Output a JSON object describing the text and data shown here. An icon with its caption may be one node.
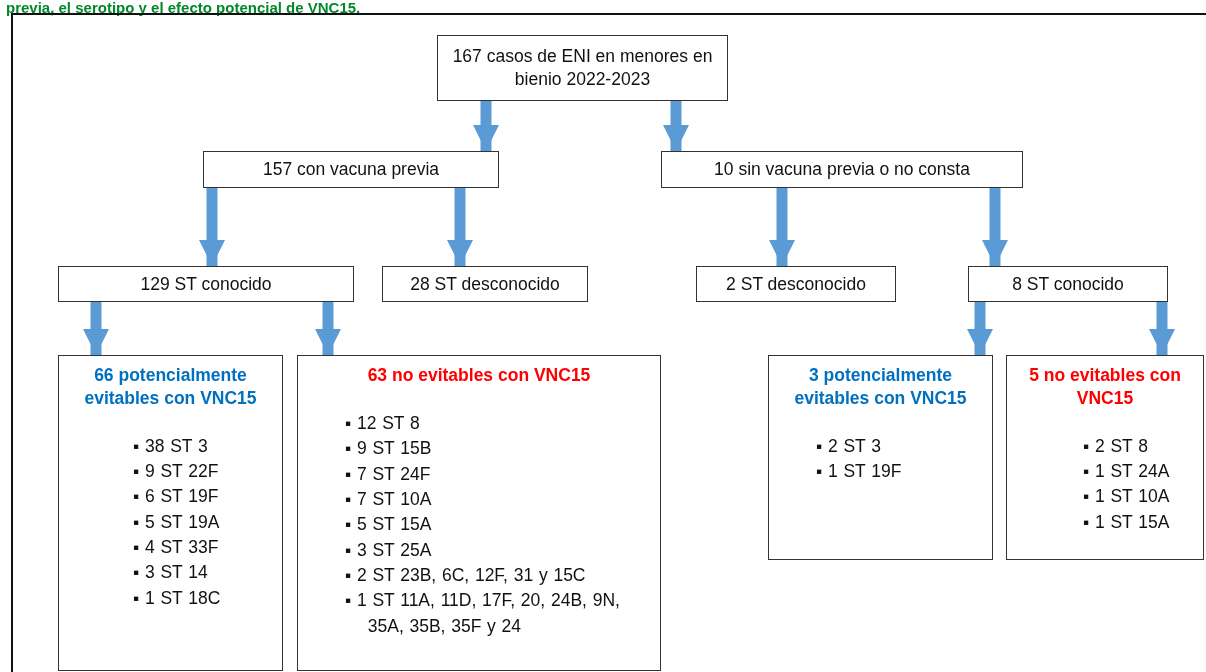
{
  "diagram": {
    "title": "previa, el serotipo y el efecto potencial de VNC15.",
    "nodes": [
      {
        "text": [
          "167 casos de ENI en menores en bienio 2022-2023"
        ]
      },
      {
        "text": [
          "157 con vacuna previa"
        ]
      },
      {
        "text": [
          "10 sin vacuna previa o no consta"
        ]
      },
      {
        "text": [
          "129 ST conocido"
        ]
      },
      {
        "text": [
          "28 ST desconocido"
        ]
      },
      {
        "text": [
          "2 ST desconocido"
        ]
      },
      {
        "text": [
          "8 ST conocido"
        ]
      },
      {
        "text": [
          "66 potencialmente evitables con VNC15",
          "▪ 38 ST 3",
          "▪ 9 ST 22F",
          "▪ 6 ST 19F",
          "▪ 5 ST 19A",
          "▪ 4 ST 33F",
          "▪ 3 ST 14",
          "▪ 1 ST 18C"
        ]
      },
      {
        "text": [
          "63 no evitables con VNC15",
          "▪ 12 ST 8",
          "▪ 9 ST 15B",
          "▪ 7 ST 24F",
          "▪ 7 ST 10A",
          "▪ 5 ST 15A",
          "▪ 3 ST 25A",
          "▪ 2 ST 23B, 6C, 12F, 31 y 15C",
          "▪ 1 ST 11A, 11D, 17F, 20, 24B, 9N, 35A, 35B, 35F y 24"
        ]
      },
      {
        "text": [
          "3 potencialmente evitables con VNC15",
          "▪ 2 ST 3",
          "▪ 1 ST 19F"
        ]
      },
      {
        "text": [
          "5 no evitables con VNC15",
          "▪ 2 ST 8",
          "▪ 1 ST 24A",
          "▪ 1 ST 10A",
          "▪ 1 ST 15A"
        ]
      }
    ],
    "edges": [
      {
        "from": 0,
        "to": 1,
        "arrow": "to"
      },
      {
        "from": 0,
        "to": 2,
        "arrow": "to"
      },
      {
        "from": 1,
        "to": 3,
        "arrow": "to"
      },
      {
        "from": 1,
        "to": 4,
        "arrow": "to"
      },
      {
        "from": 2,
        "to": 5,
        "arrow": "to"
      },
      {
        "from": 2,
        "to": 6,
        "arrow": "to"
      },
      {
        "from": 3,
        "to": 7,
        "arrow": "to"
      },
      {
        "from": 3,
        "to": 8,
        "arrow": "to"
      },
      {
        "from": 6,
        "to": 9,
        "arrow": "to"
      },
      {
        "from": 6,
        "to": 10,
        "arrow": "to"
      }
    ]
  }
}
